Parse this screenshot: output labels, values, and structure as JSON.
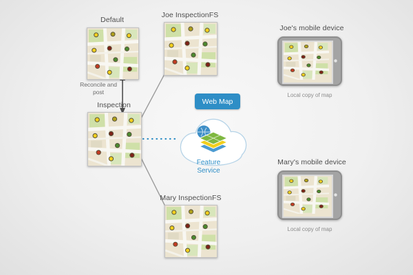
{
  "diagram": {
    "nodes": {
      "default_map": {
        "label": "Default"
      },
      "joe_fs": {
        "label": "Joe InspectionFS"
      },
      "inspection": {
        "label": "Inspection"
      },
      "mary_fs": {
        "label": "Mary InspectionFS"
      },
      "reconcile": {
        "label": "Reconcile and post"
      },
      "web_map": {
        "label": "Web Map"
      },
      "feature_service": {
        "label": "Feature Service"
      },
      "joe_device": {
        "label": "Joe's mobile device",
        "caption": "Local copy of map"
      },
      "mary_device": {
        "label": "Mary's mobile device",
        "caption": "Local copy of map"
      }
    },
    "colors": {
      "web_map_badge": "#2e8ec6",
      "feature_service_text": "#2e8ec6",
      "cloud_stroke": "#b5d3e7",
      "connector_line": "#9c9c9c",
      "arrow": "#4d4d4d",
      "dotted_sync_line": "#2e8ec6",
      "map_dot_yellow": "#f2cf1d",
      "map_dot_olive": "#b0a01c",
      "map_dot_green": "#4c8a2f",
      "map_dot_red": "#c23b22",
      "map_dot_maroon": "#7e2317"
    }
  }
}
